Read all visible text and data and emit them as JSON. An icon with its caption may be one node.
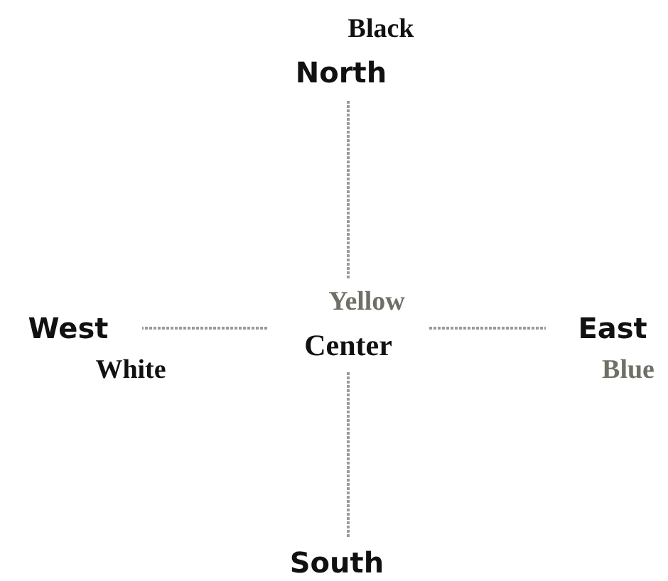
{
  "diagram": {
    "nodes": [
      {
        "text": [
          "North"
        ],
        "beside": [
          "Black"
        ]
      },
      {
        "text": [
          "West"
        ],
        "beside": [
          "White"
        ]
      },
      {
        "text": [
          "Center"
        ],
        "beside": [
          "Yellow"
        ]
      },
      {
        "text": [
          "East"
        ],
        "beside": [
          "Blue"
        ]
      },
      {
        "text": [
          "South"
        ]
      }
    ],
    "edges": [
      {
        "from": 2,
        "to": 0,
        "arrow": "none",
        "style": "dashed"
      },
      {
        "from": 2,
        "to": 1,
        "arrow": "none",
        "style": "dashed"
      },
      {
        "from": 2,
        "to": 3,
        "arrow": "none",
        "style": "dashed"
      },
      {
        "from": 2,
        "to": 4,
        "arrow": "none",
        "style": "dashed"
      }
    ]
  }
}
